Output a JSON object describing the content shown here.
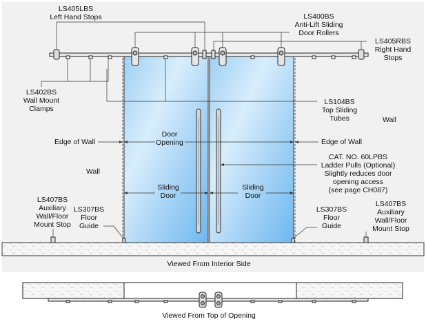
{
  "labels": {
    "ls405lbs": "LS405LBS\nLeft Hand Stops",
    "ls400bs": "LS400BS\nAnti-Lift Sliding\nDoor Rollers",
    "ls405rbs": "LS405RBS\nRight Hand\nStops",
    "ls402bs": "LS402BS\nWall Mount\nClamps",
    "ls104bs": "LS104BS\nTop Sliding\nTubes",
    "wall_right": "Wall",
    "edge_left": "Edge of Wall",
    "edge_right": "Edge of Wall",
    "door_opening": "Door\nOpening",
    "ladder_pulls": "CAT. NO. 60LPBS\nLadder Pulls (Optional)\nSlightly reduces door\nopening access\n(see page CH087)",
    "wall_left": "Wall",
    "sliding_door_left": "Sliding\nDoor",
    "sliding_door_right": "Sliding\nDoor",
    "ls407bs_left": "LS407BS\nAuxiliary\nWall/Floor\nMount Stop",
    "ls307bs_left": "LS307BS\nFloor\nGuide",
    "ls307bs_right": "LS307BS\nFloor\nGuide",
    "ls407bs_right": "LS407BS\nAuxiliary\nWall/Floor\nMount Stop",
    "caption_interior": "Viewed From Interior Side",
    "caption_top": "Viewed From Top of Opening"
  },
  "colors": {
    "panel_bg": "#f1f1f1",
    "wall_bg": "#ffffff",
    "glass_top": "#a9d3f3",
    "glass_mid": "#cfe8fa",
    "glass_bottom": "#7fc0f0",
    "line": "#222222",
    "floor_fill": "#f4f4f4"
  }
}
